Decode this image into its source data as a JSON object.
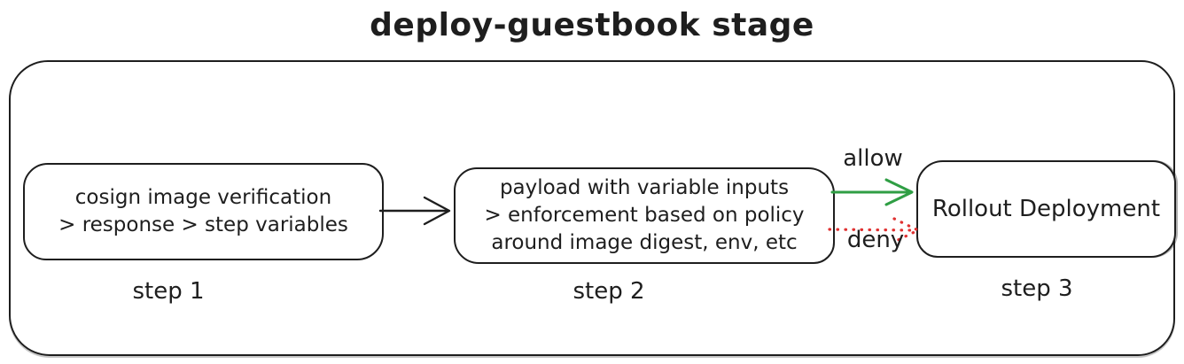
{
  "title": "deploy-guestbook stage",
  "steps": [
    {
      "id": "step-1",
      "label": "step 1",
      "lines": [
        "cosign image verification",
        "> response > step variables"
      ]
    },
    {
      "id": "step-2",
      "label": "step 2",
      "lines": [
        "payload with variable inputs",
        "> enforcement based on policy",
        "around image digest, env, etc"
      ]
    },
    {
      "id": "step-3",
      "label": "step 3",
      "lines": [
        "Rollout Deployment"
      ]
    }
  ],
  "arrows": [
    {
      "from": "step-1",
      "to": "step-2",
      "label": "",
      "style": "solid"
    },
    {
      "from": "step-2",
      "to": "step-3",
      "label": "allow",
      "style": "solid"
    },
    {
      "from": "step-2",
      "to": "step-3",
      "label": "deny",
      "style": "dotted"
    }
  ],
  "colors": {
    "stroke": "#1e1e1e",
    "background": "#ffffff",
    "allow": "#2f9e44",
    "deny": "#e03131"
  }
}
